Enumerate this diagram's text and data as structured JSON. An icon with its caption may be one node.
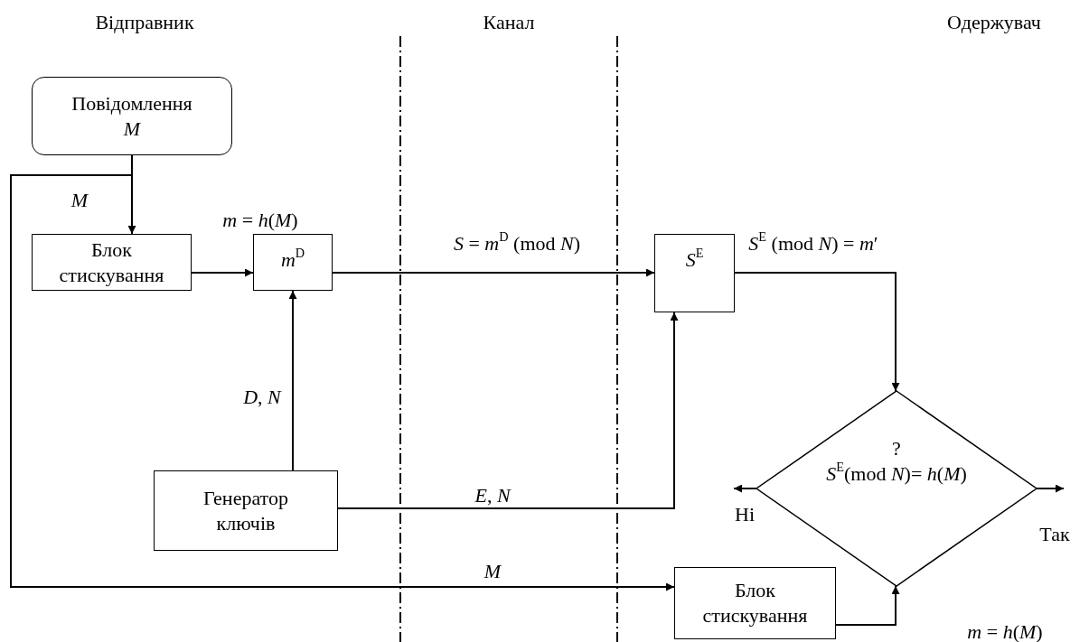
{
  "diagram": {
    "nodes": [
      {
        "text": [
          "Повідомлення",
          "M"
        ]
      },
      {
        "text": [
          "Блок стискування"
        ]
      },
      {
        "text": [
          "*m*$^{D}$"
        ]
      },
      {
        "text": [
          "Генератор ключів"
        ]
      },
      {
        "text": [
          "*S*$^{E}$"
        ]
      },
      {
        "text": [
          "?",
          "*S*$^{E}$(mod *N*)= *h*(*M*)"
        ]
      },
      {
        "text": [
          "Блок стискування"
        ]
      }
    ],
    "edges": [
      {
        "from": 0,
        "to": 1,
        "arrow": "to"
      },
      {
        "from": 0,
        "to": 6,
        "arrow": "to",
        "label": "*M*"
      },
      {
        "from": 1,
        "to": 2,
        "arrow": "to"
      },
      {
        "from": 2,
        "to": 4,
        "arrow": "to",
        "label": "*S* = *m*$^{D}$ (mod *N*)"
      },
      {
        "from": 3,
        "to": 2,
        "arrow": "to",
        "label": "*D*, *N*"
      },
      {
        "from": 3,
        "to": 4,
        "arrow": "to",
        "label": "*E*, *N*"
      },
      {
        "from": 4,
        "to": 5,
        "arrow": "to",
        "label": "*S*$^{E}$ (mod *N*) = *m*′"
      },
      {
        "from": 5,
        "to": null,
        "arrow": "to",
        "label": "Ні"
      },
      {
        "from": 5,
        "to": null,
        "arrow": "to",
        "label": "Так"
      },
      {
        "from": 6,
        "to": 5,
        "arrow": "to",
        "label": "*m* = *h*(*M*)"
      }
    ],
    "labels": [
      "Відправник",
      "Канал",
      "Одержувач",
      "M",
      "*m* = *h*(*M*)"
    ]
  }
}
